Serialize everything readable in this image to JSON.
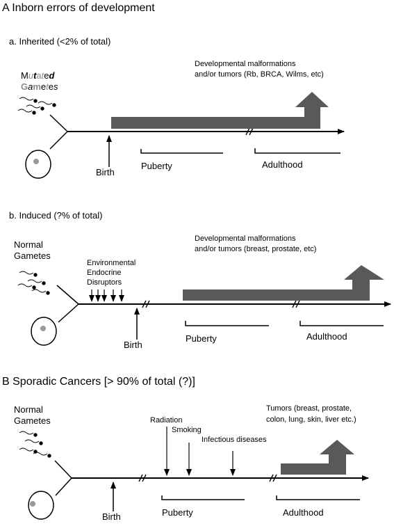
{
  "section_a": {
    "title": "A  Inborn errors of development",
    "panel_a": {
      "title": "a. Inherited (<2% of total)",
      "gametes_line1": [
        "M",
        "u",
        "t",
        "a",
        "t",
        "e",
        "d"
      ],
      "gametes_line2": [
        "G",
        "a",
        "m",
        "e",
        "t",
        "e",
        "s"
      ],
      "outcome_line1": "Developmental malformations",
      "outcome_line2": "and/or tumors (Rb, BRCA, Wilms, etc)",
      "birth": "Birth",
      "puberty": "Puberty",
      "adulthood": "Adulthood"
    },
    "panel_b": {
      "title": "b. Induced (?% of total)",
      "gametes_line1": "Normal",
      "gametes_line2": "Gametes",
      "disruptor_line1": "Environmental",
      "disruptor_line2": "Endocrine",
      "disruptor_line3": "Disruptors",
      "outcome_line1": "Developmental malformations",
      "outcome_line2": "and/or tumors (breast, prostate, etc)",
      "birth": "Birth",
      "puberty": "Puberty",
      "adulthood": "Adulthood"
    }
  },
  "section_b": {
    "title": "B  Sporadic Cancers [> 90% of total (?)]",
    "gametes_line1": "Normal",
    "gametes_line2": "Gametes",
    "radiation": "Radiation",
    "smoking": "Smoking",
    "infectious": "Infectious diseases",
    "outcome_line1": "Tumors (breast, prostate,",
    "outcome_line2": "colon, lung, skin, liver etc.)",
    "birth": "Birth",
    "puberty": "Puberty",
    "adulthood": "Adulthood"
  },
  "colors": {
    "bar": "#595959",
    "gray_text": "#8a8a8a",
    "egg_nucleus": "#999999"
  }
}
